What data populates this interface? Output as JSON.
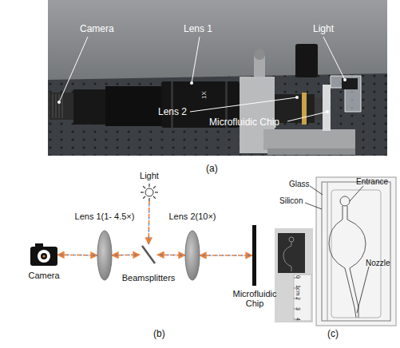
{
  "diagram": {
    "nodes": [
      {
        "text": [
          "Camera"
        ]
      },
      {
        "text": [
          "Lens 1(1- 4.5×)"
        ]
      },
      {
        "text": [
          "Light"
        ]
      },
      {
        "text": [
          "Beamsplitters"
        ]
      },
      {
        "text": [
          "Lens 2(10×)"
        ]
      },
      {
        "text": [
          "Microfluidic Chip"
        ]
      }
    ],
    "edges": [
      {
        "from": 0,
        "to": 1,
        "arrow": "both"
      },
      {
        "from": 1,
        "to": 3,
        "arrow": "both"
      },
      {
        "from": 3,
        "to": 4,
        "arrow": "both"
      },
      {
        "from": 4,
        "to": 5,
        "arrow": "both"
      },
      {
        "from": 2,
        "to": 3,
        "arrow": "to"
      }
    ],
    "labels": [
      "Camera",
      "Lens 1",
      "1X",
      "Light",
      "Lens 2",
      "Microfluidic Chip",
      "(a)",
      "(b)",
      "Glass",
      "Entrance",
      "Silicon",
      "0",
      "1cm",
      "2",
      "3",
      "4",
      "Nozzle",
      "(c)"
    ]
  }
}
